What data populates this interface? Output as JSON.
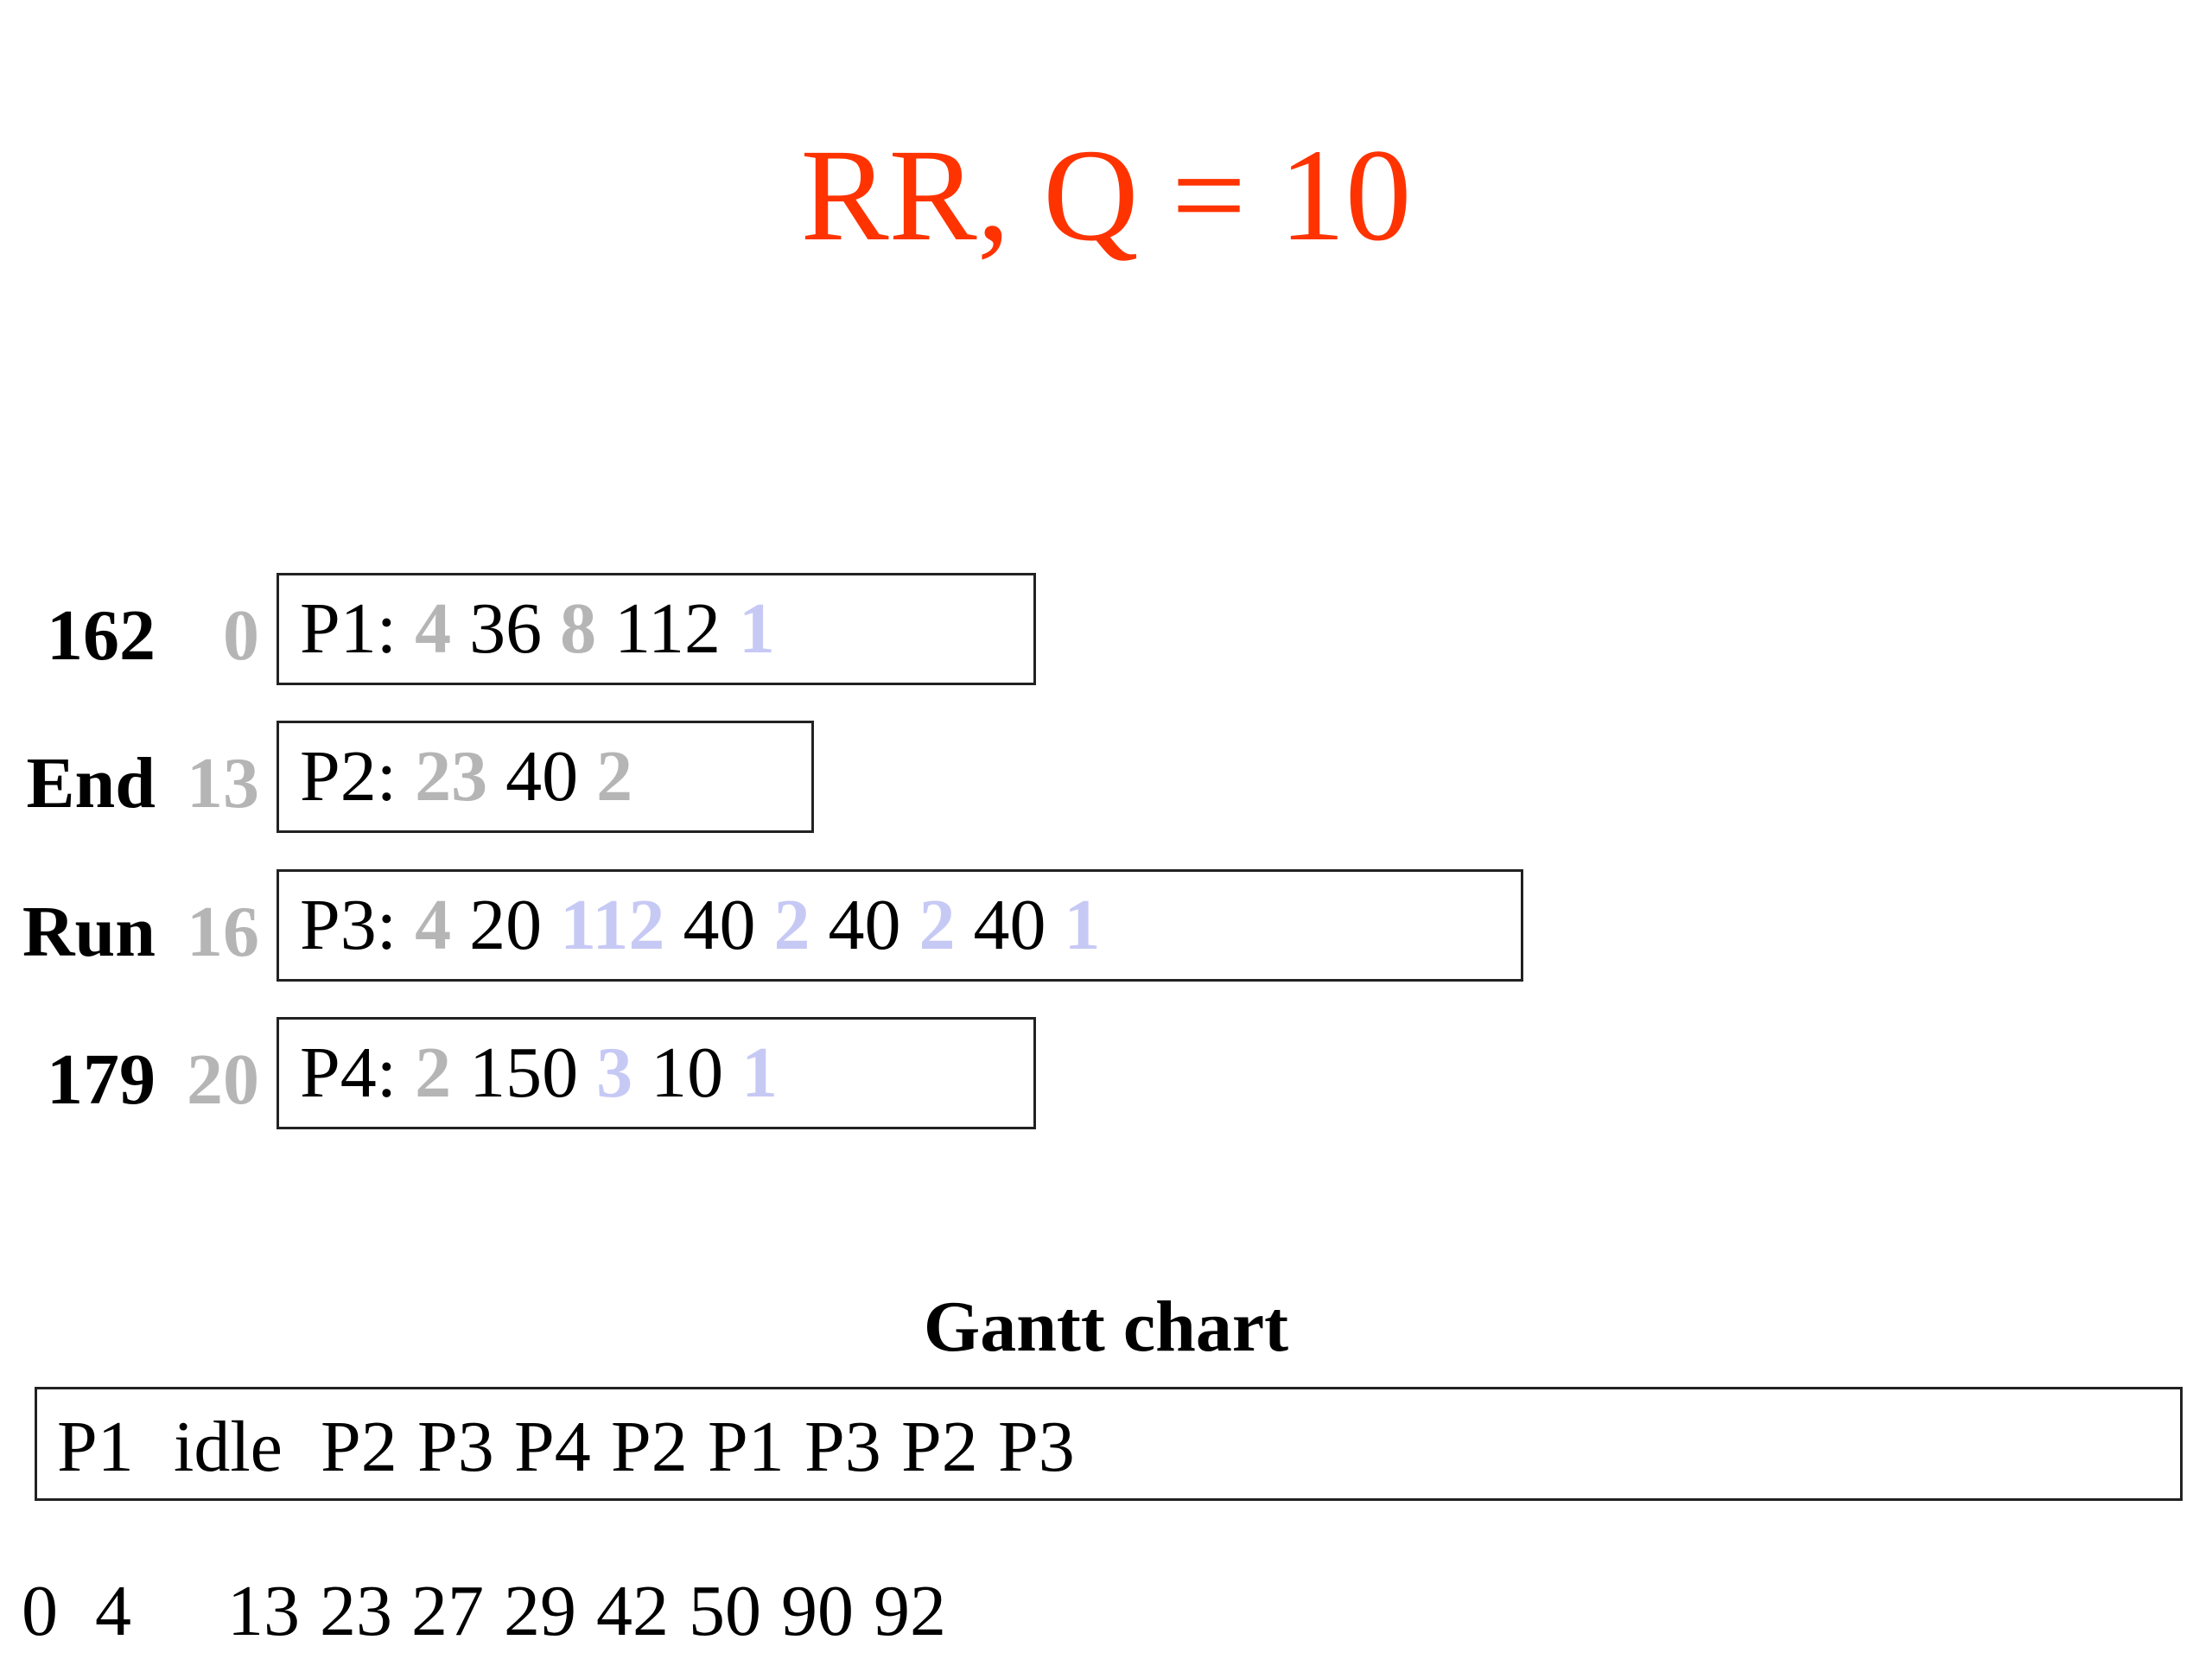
{
  "title": "RR, Q = 10",
  "processes": [
    {
      "label": "162",
      "arrival": "0",
      "name": "P1:",
      "bursts": [
        {
          "text": "4",
          "color": "gray"
        },
        {
          "text": "36",
          "color": "black"
        },
        {
          "text": "8",
          "color": "gray"
        },
        {
          "text": "112",
          "color": "black"
        },
        {
          "text": "1",
          "color": "lavender"
        }
      ]
    },
    {
      "label": "End",
      "arrival": "13",
      "name": "P2:",
      "bursts": [
        {
          "text": "23",
          "color": "gray"
        },
        {
          "text": "40",
          "color": "black"
        },
        {
          "text": "2",
          "color": "gray"
        }
      ]
    },
    {
      "label": "Run",
      "arrival": "16",
      "name": "P3:",
      "bursts": [
        {
          "text": "4",
          "color": "gray"
        },
        {
          "text": "20",
          "color": "black"
        },
        {
          "text": "112",
          "color": "lavender"
        },
        {
          "text": "40",
          "color": "black"
        },
        {
          "text": "2",
          "color": "lavender"
        },
        {
          "text": "40",
          "color": "black"
        },
        {
          "text": "2",
          "color": "lavender"
        },
        {
          "text": "40",
          "color": "black"
        },
        {
          "text": "1",
          "color": "lavender"
        }
      ]
    },
    {
      "label": "179",
      "arrival": "20",
      "name": "P4:",
      "bursts": [
        {
          "text": "2",
          "color": "gray"
        },
        {
          "text": "150",
          "color": "black"
        },
        {
          "text": "3",
          "color": "lavender"
        },
        {
          "text": "10",
          "color": "black"
        },
        {
          "text": "1",
          "color": "lavender"
        }
      ]
    }
  ],
  "gantt": {
    "title": "Gantt chart",
    "labels": [
      "P1",
      "idle",
      "P2",
      "P3",
      "P4",
      "P2",
      "P1",
      "P3",
      "P2",
      "P3"
    ],
    "times": [
      "0",
      "4",
      "13",
      "23",
      "27",
      "29",
      "42",
      "50",
      "90",
      "92"
    ]
  },
  "colors": {
    "title": "#ff3300",
    "gray": "#b5b5b5",
    "lavender": "#c7c9f5",
    "black": "#000000"
  }
}
